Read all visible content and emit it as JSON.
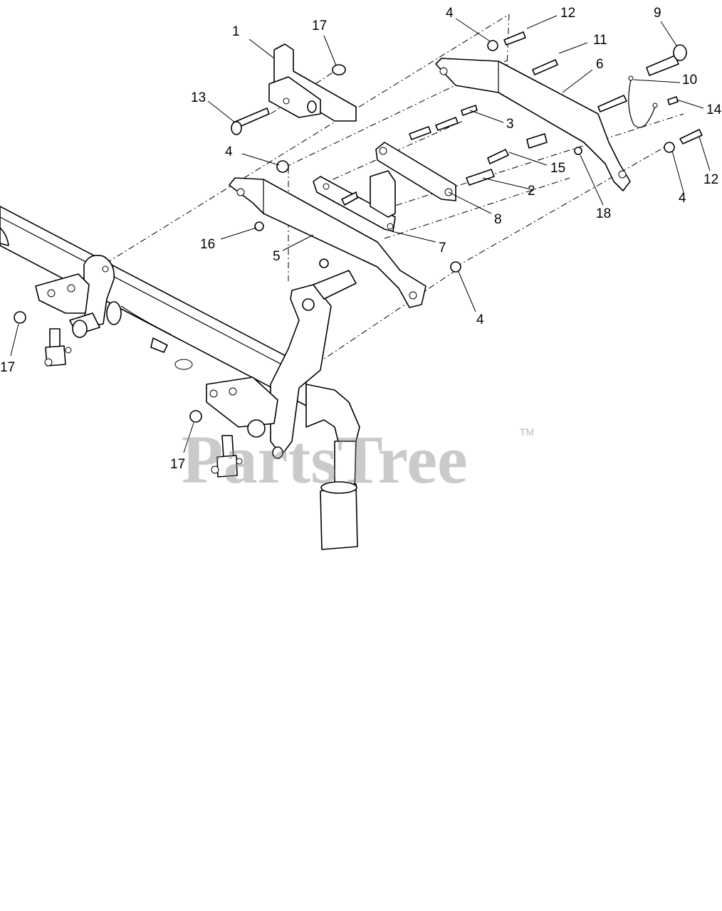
{
  "watermark": {
    "brand": "PartsTree",
    "trademark": "TM"
  },
  "callouts": [
    {
      "id": "c1",
      "label": "1"
    },
    {
      "id": "c17a",
      "label": "17"
    },
    {
      "id": "c4a",
      "label": "4"
    },
    {
      "id": "c12a",
      "label": "12"
    },
    {
      "id": "c9",
      "label": "9"
    },
    {
      "id": "c11",
      "label": "11"
    },
    {
      "id": "c6",
      "label": "6"
    },
    {
      "id": "c10",
      "label": "10"
    },
    {
      "id": "c14",
      "label": "14"
    },
    {
      "id": "c13",
      "label": "13"
    },
    {
      "id": "c3",
      "label": "3"
    },
    {
      "id": "c4b",
      "label": "4"
    },
    {
      "id": "c15",
      "label": "15"
    },
    {
      "id": "c2",
      "label": "2"
    },
    {
      "id": "c12b",
      "label": "12"
    },
    {
      "id": "c4c",
      "label": "4"
    },
    {
      "id": "c18",
      "label": "18"
    },
    {
      "id": "c8",
      "label": "8"
    },
    {
      "id": "c16",
      "label": "16"
    },
    {
      "id": "c7",
      "label": "7"
    },
    {
      "id": "c5",
      "label": "5"
    },
    {
      "id": "c4d",
      "label": "4"
    },
    {
      "id": "c17b",
      "label": "17"
    },
    {
      "id": "c17c",
      "label": "17"
    }
  ]
}
